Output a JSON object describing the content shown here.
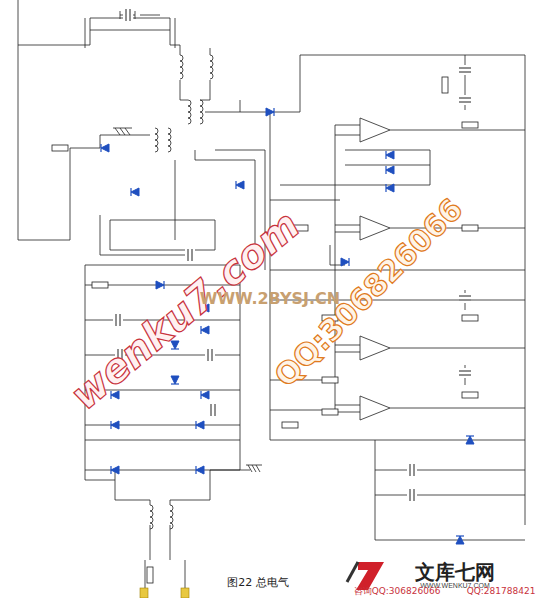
{
  "diagram": {
    "caption": "图22 总电气",
    "labels": [
      "wenku7.com",
      "QQ:306826066",
      "WWW.2BYSJ.CN",
      "文库七网",
      "WWW.WENKU7.COM",
      "咨询QQ:306826066",
      "QQ:281788421"
    ]
  }
}
